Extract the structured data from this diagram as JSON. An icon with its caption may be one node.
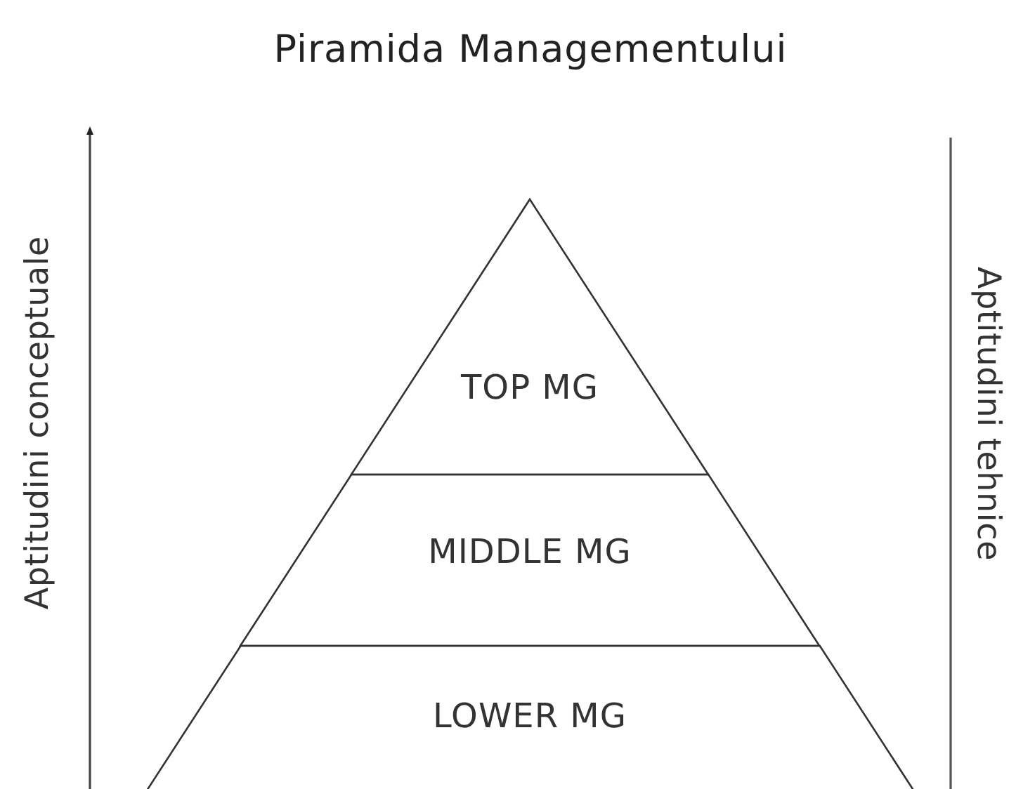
{
  "diagram": {
    "title": "Piramida Managementului",
    "nodes": [
      {
        "text": [
          "TOP MG"
        ]
      },
      {
        "text": [
          "MIDDLE MG"
        ]
      },
      {
        "text": [
          "LOWER MG"
        ]
      }
    ],
    "labels": [
      "Aptitudini conceptuale",
      "Aptitudini tehnice"
    ]
  }
}
